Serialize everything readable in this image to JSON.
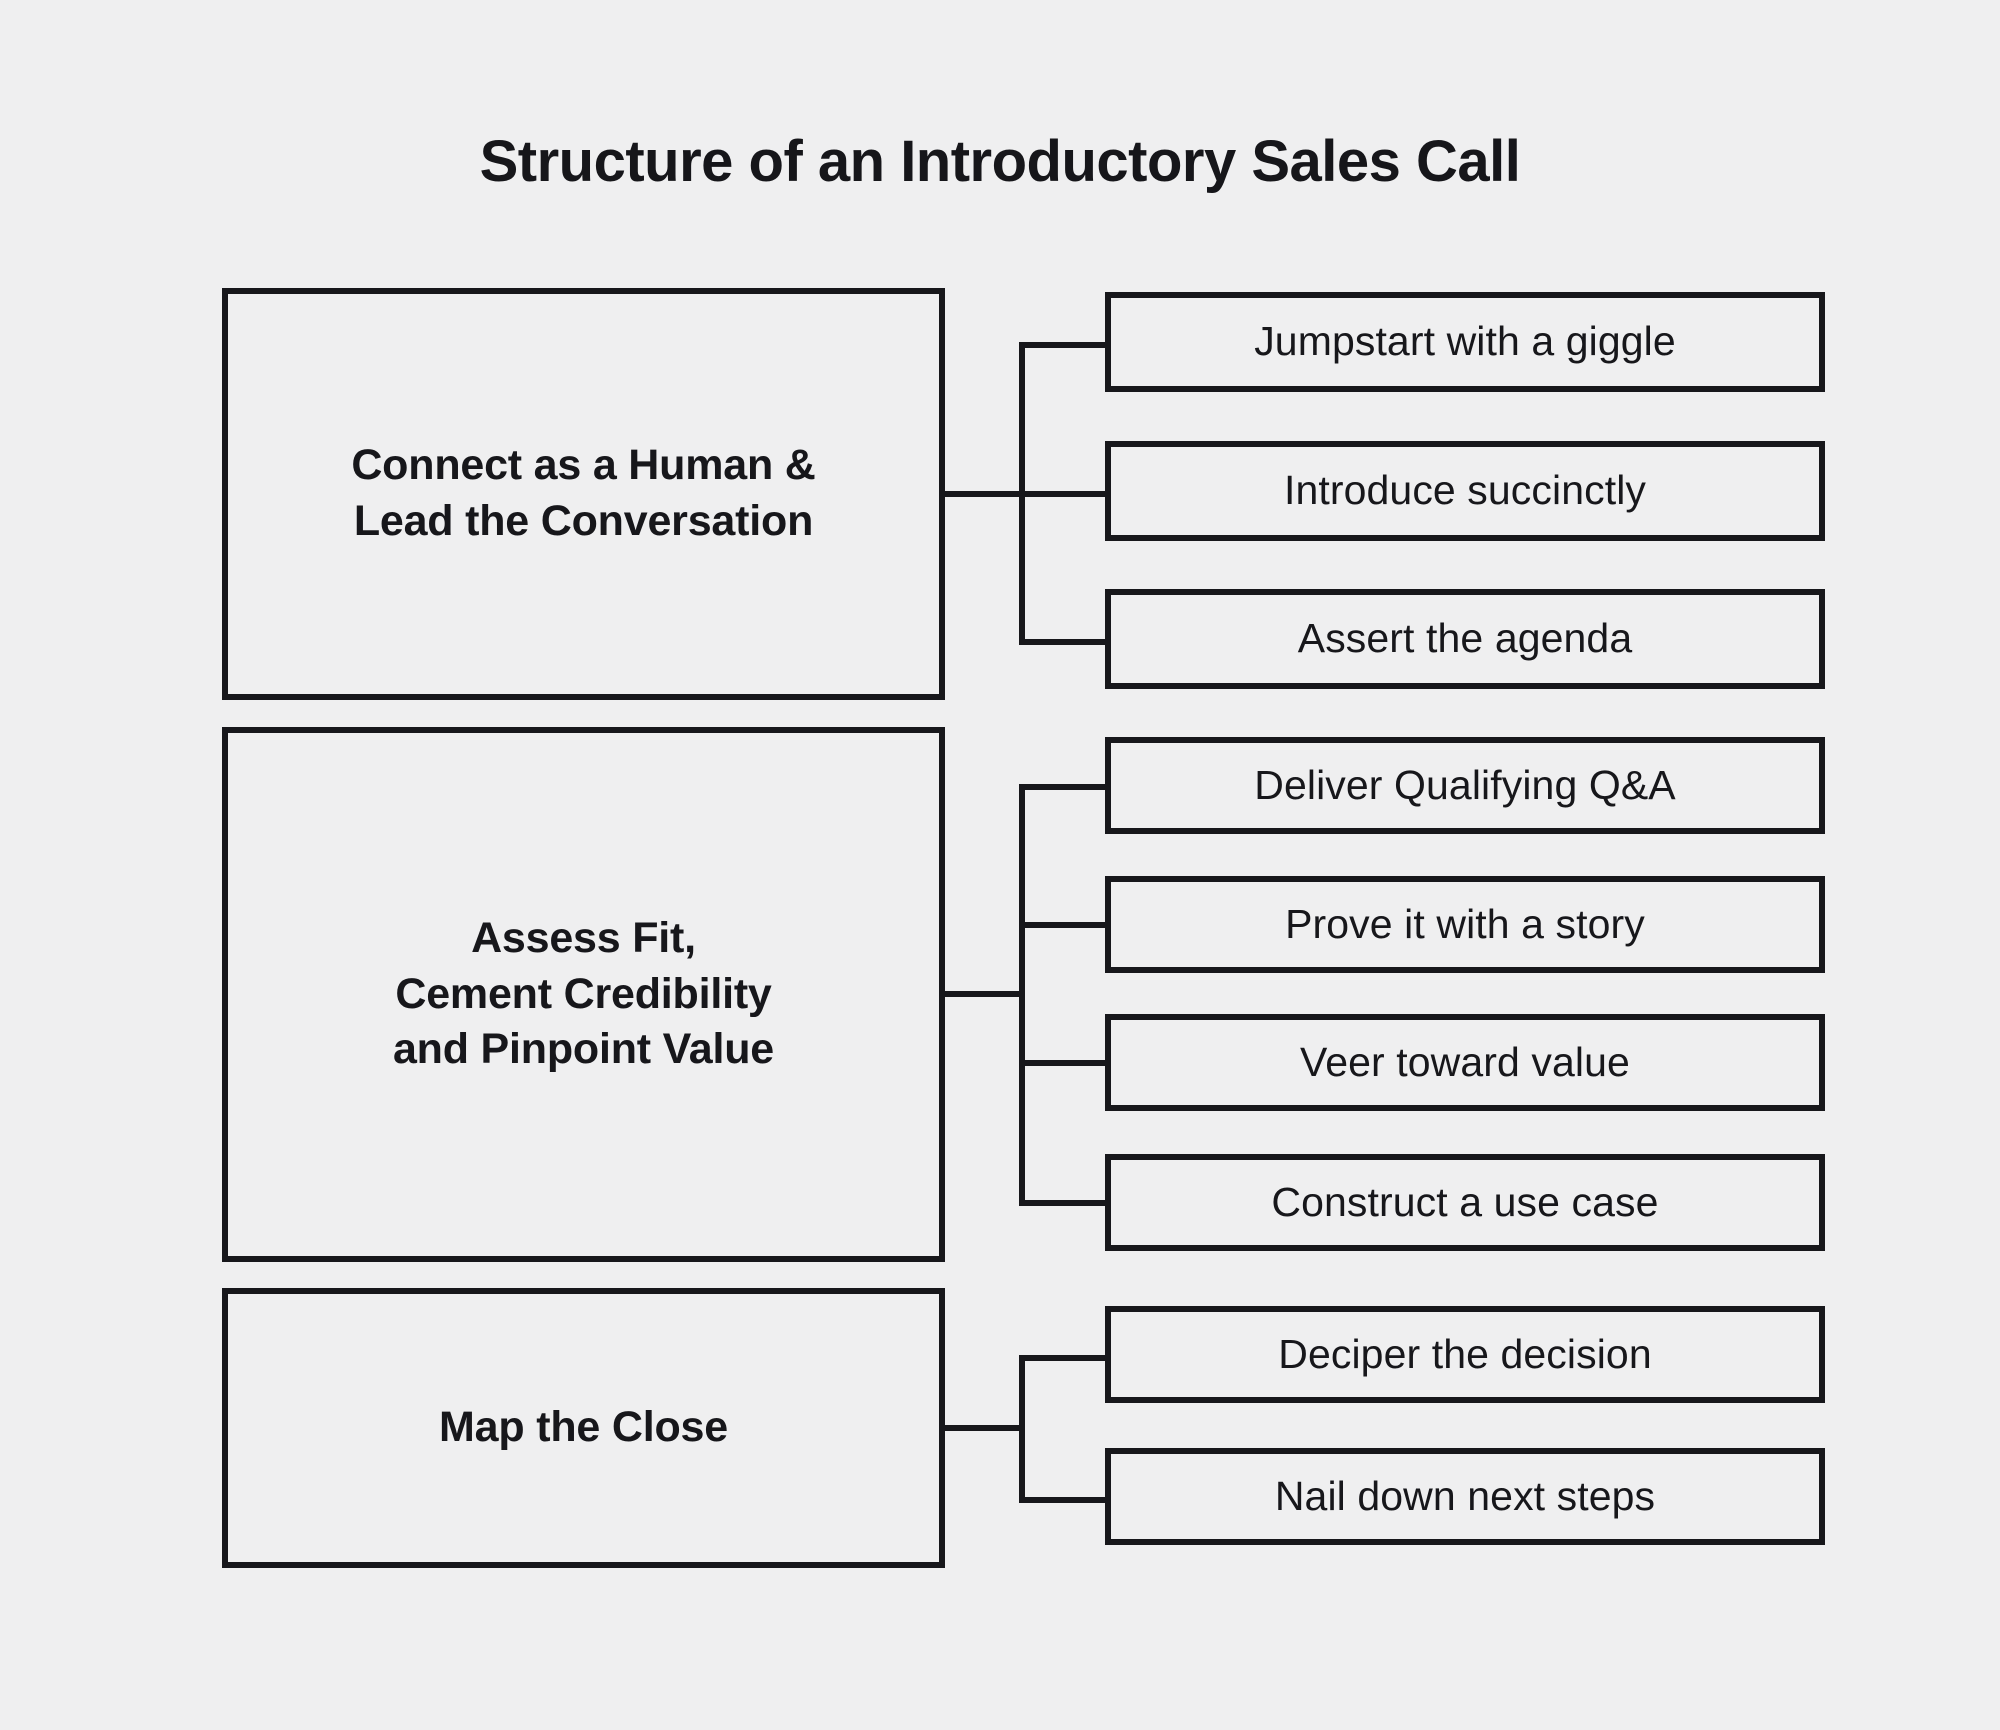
{
  "diagram": {
    "title": "Structure of an Introductory Sales Call",
    "colors": {
      "background": "#efeff0",
      "line": "#17171b",
      "text": "#17171b"
    },
    "groups": [
      {
        "id": "connect",
        "parent": {
          "lines": [
            "Connect as a Human &",
            "Lead the Conversation"
          ],
          "text": "Connect as a Human & Lead the Conversation"
        },
        "children": [
          {
            "label": "Jumpstart with a giggle"
          },
          {
            "label": "Introduce succinctly"
          },
          {
            "label": "Assert the agenda"
          }
        ]
      },
      {
        "id": "assess",
        "parent": {
          "lines": [
            "Assess Fit,",
            "Cement Credibility",
            "and Pinpoint Value"
          ],
          "text": "Assess Fit, Cement Credibility and Pinpoint Value"
        },
        "children": [
          {
            "label": "Deliver Qualifying Q&A"
          },
          {
            "label": "Prove it with a story"
          },
          {
            "label": "Veer toward value"
          },
          {
            "label": "Construct a use case"
          }
        ]
      },
      {
        "id": "close",
        "parent": {
          "lines": [
            "Map the Close"
          ],
          "text": "Map the Close"
        },
        "children": [
          {
            "label": "Deciper the decision"
          },
          {
            "label": "Nail down next steps"
          }
        ]
      }
    ]
  }
}
